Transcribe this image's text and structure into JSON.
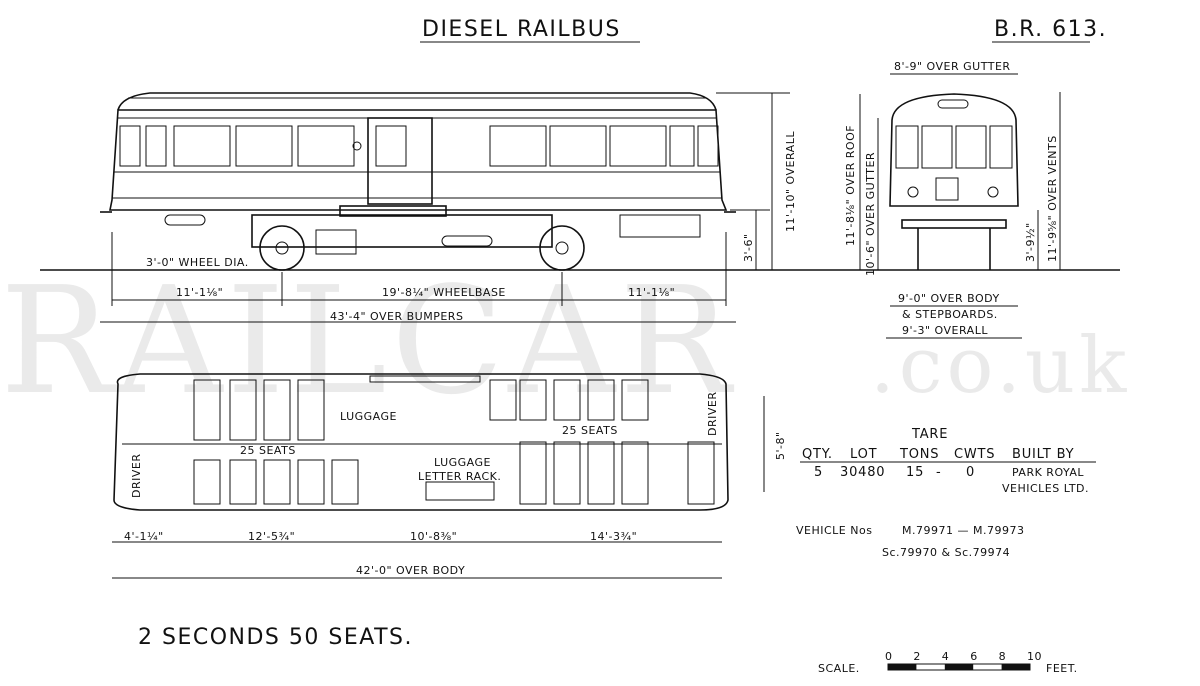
{
  "header": {
    "title": "DIESEL  RAILBUS",
    "code": "B.R. 613."
  },
  "watermark": {
    "main": "RAILCAR",
    "suffix": ".co.uk"
  },
  "side_elevation": {
    "overall_height": "11'-10\" OVERALL",
    "floor_height": "3'-6\"",
    "wheel_dia": "3'-0\" WHEEL DIA.",
    "overhang_left": "11'-1⅛\"",
    "wheelbase": "19'-8¼\" WHEELBASE",
    "overhang_right": "11'-1⅛\"",
    "over_bumpers": "43'-4\" OVER BUMPERS"
  },
  "end_elevation": {
    "over_gutter_width": "8'-9\" OVER GUTTER",
    "over_roof": "11'-8⅛\" OVER ROOF",
    "over_gutter_height": "10'-6\" OVER GUTTER",
    "floor_height": "3'-9½\"",
    "over_vents": "11'-9⅝\" OVER VENTS",
    "over_body": "9'-0\" OVER BODY",
    "stepboards": "& STEPBOARDS.",
    "overall": "9'-3\" OVERALL"
  },
  "plan": {
    "luggage": "LUGGAGE",
    "seats_left": "25 SEATS",
    "seats_right": "25 SEATS",
    "luggage_rack": "LUGGAGE",
    "letter_rack": "LETTER RACK.",
    "driver_left": "DRIVER",
    "driver_right": "DRIVER",
    "width": "5'-8\"",
    "dim_a": "4'-1¼\"",
    "dim_b": "12'-5¾\"",
    "dim_c": "10'-8⅜\"",
    "dim_d": "14'-3¾\"",
    "over_body": "42'-0\" OVER BODY"
  },
  "tare_table": {
    "title": "TARE",
    "headers": [
      "QTY.",
      "LOT",
      "TONS",
      "CWTS",
      "BUILT BY"
    ],
    "row": [
      "5",
      "30480",
      "15",
      "-",
      "0"
    ],
    "builder_line1": "PARK ROYAL",
    "builder_line2": "VEHICLES LTD."
  },
  "vehicle_numbers": {
    "label": "VEHICLE Nos",
    "line1": "M.79971 — M.79973",
    "line2": "Sc.79970 & Sc.79974"
  },
  "seating_summary": "2  SECONDS  50  SEATS.",
  "scale": {
    "label": "SCALE.",
    "ticks": [
      "0",
      "2",
      "4",
      "6",
      "8",
      "10"
    ],
    "unit": "FEET."
  }
}
